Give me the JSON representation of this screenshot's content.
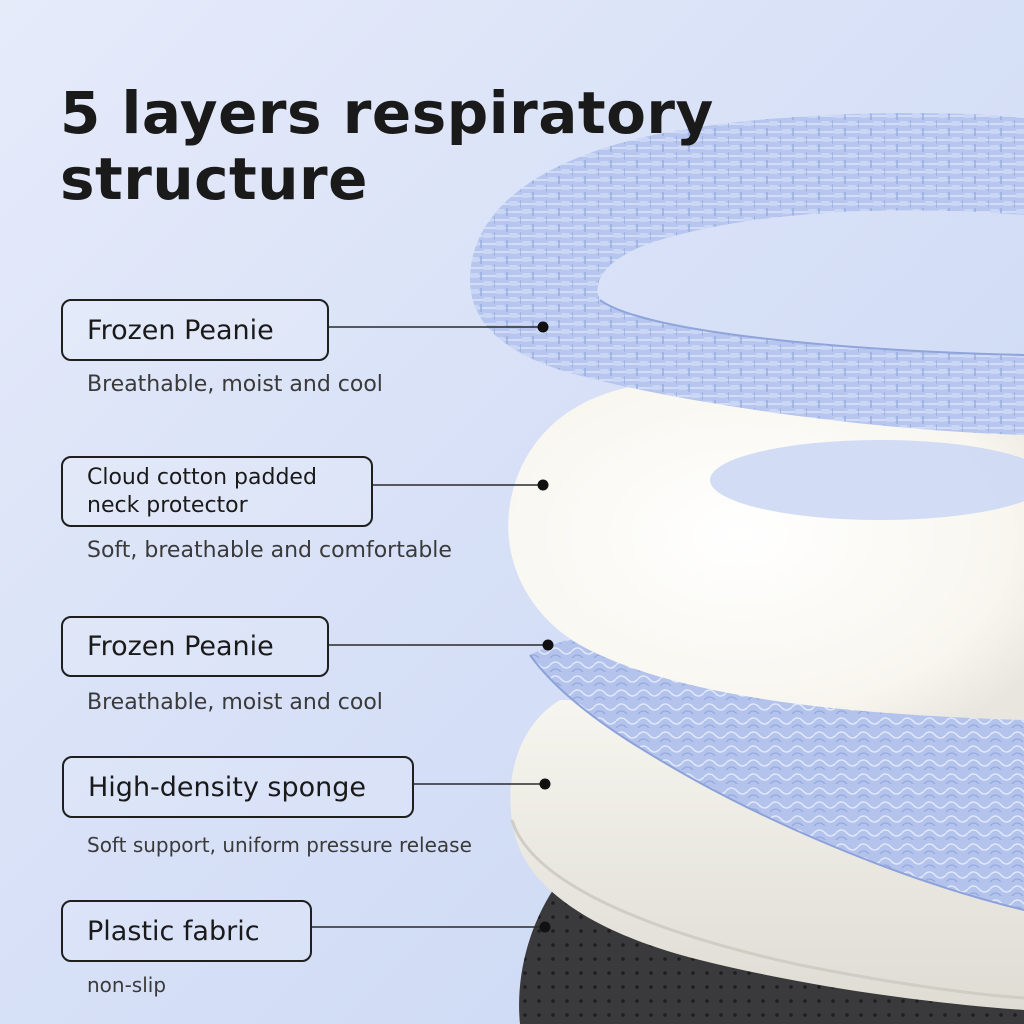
{
  "title": {
    "line1": "5 layers respiratory",
    "line2": "structure"
  },
  "layers": [
    {
      "label": "Frozen Peanie",
      "description": "Breathable, moist and cool"
    },
    {
      "label_line1": "Cloud cotton padded",
      "label_line2": "neck protector",
      "description": "Soft, breathable and comfortable"
    },
    {
      "label": "Frozen Peanie",
      "description": "Breathable, moist and cool"
    },
    {
      "label": "High-density sponge",
      "description": "Soft support, uniform pressure release"
    },
    {
      "label": "Plastic fabric",
      "description": "non-slip"
    }
  ],
  "colors": {
    "background": "#d8e1f7",
    "ice_fabric": "#b9c8ee",
    "cotton": "#fbfaf6",
    "sponge": "#f1f0ea",
    "plastic": "#3c3c3e",
    "text": "#1a1a1a"
  }
}
